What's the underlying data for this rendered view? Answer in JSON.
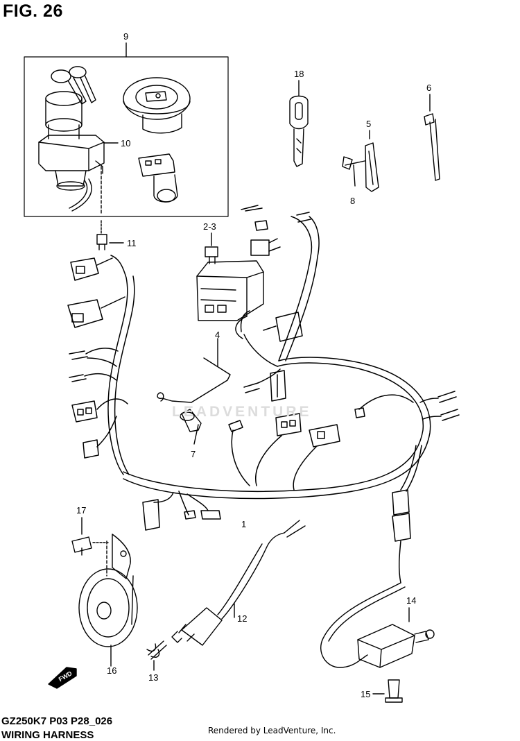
{
  "figure": {
    "title": "FIG. 26",
    "model_code": "GZ250K7 P03 P28_026",
    "section_title": "WIRING HARNESS",
    "rendered_by": "Rendered by LeadVenture, Inc.",
    "watermark": "LEADVENTURE"
  },
  "callouts": {
    "c1": "1",
    "c2_3": "2-3",
    "c4": "4",
    "c5": "5",
    "c6": "6",
    "c7": "7",
    "c8": "8",
    "c9": "9",
    "c10": "10",
    "c11": "11",
    "c12": "12",
    "c13": "13",
    "c14": "14",
    "c15": "15",
    "c16": "16",
    "c17": "17",
    "c18": "18"
  },
  "front_marker": "FWD"
}
